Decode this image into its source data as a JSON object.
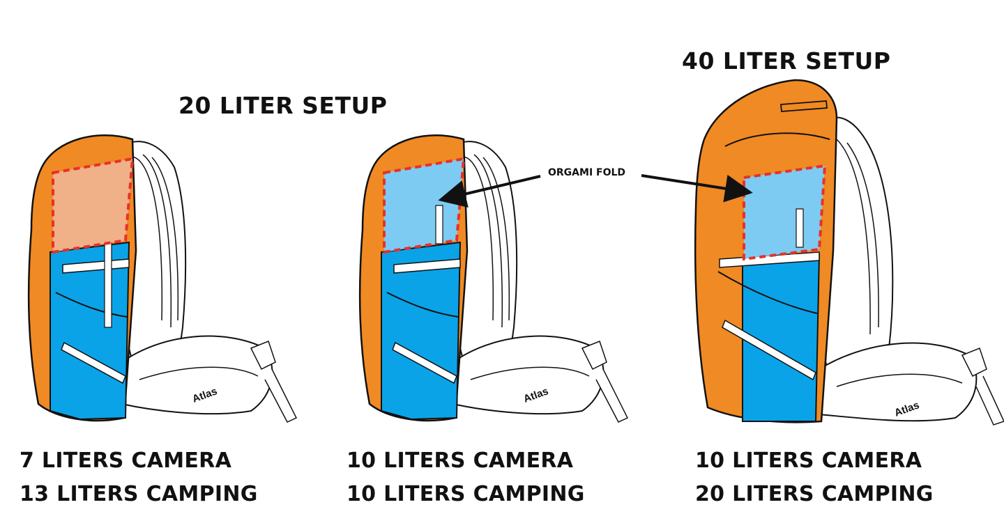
{
  "titles": {
    "setup_20": "20 LITER SETUP",
    "setup_40": "40 LITER SETUP"
  },
  "annotation": {
    "fold_label": "ORGAMI FOLD"
  },
  "panels": [
    {
      "brand": "Atlas",
      "camera_line": "7 LITERS CAMERA",
      "camping_line": "13 LITERS CAMPING",
      "camera_liters": 7,
      "camping_liters": 13,
      "fold_state": "unfolded"
    },
    {
      "brand": "Atlas",
      "camera_line": "10 LITERS CAMERA",
      "camping_line": "10 LITERS CAMPING",
      "camera_liters": 10,
      "camping_liters": 10,
      "fold_state": "folded"
    },
    {
      "brand": "Atlas",
      "camera_line": "10 LITERS CAMERA",
      "camping_line": "20 LITERS CAMPING",
      "camera_liters": 10,
      "camping_liters": 20,
      "fold_state": "folded"
    }
  ],
  "colors": {
    "camping": "#F08A24",
    "camera": "#0AA3E8",
    "fold_zone": "#7DCBF2",
    "fold_zone_unfolded": "#F0B088",
    "dashed_border": "#E8302A",
    "outline": "#111111"
  }
}
